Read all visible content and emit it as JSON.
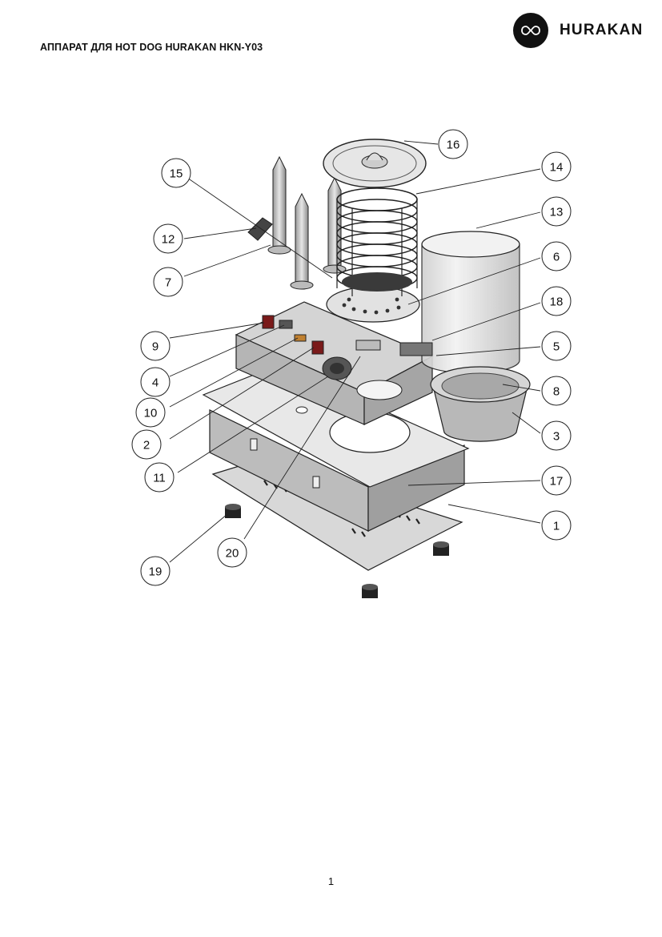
{
  "header": {
    "doc_title": "АППАРАТ ДЛЯ HOT DOG HURAKAN HKN-Y03",
    "brand_name": "HURAKAN",
    "brand_icon": "hurakan-logo-icon"
  },
  "callouts": [
    {
      "label": "16"
    },
    {
      "label": "15"
    },
    {
      "label": "14"
    },
    {
      "label": "13"
    },
    {
      "label": "12"
    },
    {
      "label": "7"
    },
    {
      "label": "6"
    },
    {
      "label": "18"
    },
    {
      "label": "9"
    },
    {
      "label": "5"
    },
    {
      "label": "4"
    },
    {
      "label": "8"
    },
    {
      "label": "10"
    },
    {
      "label": "3"
    },
    {
      "label": "2"
    },
    {
      "label": "11"
    },
    {
      "label": "17"
    },
    {
      "label": "1"
    },
    {
      "label": "20"
    },
    {
      "label": "19"
    }
  ],
  "footer": {
    "page_number": "1"
  }
}
